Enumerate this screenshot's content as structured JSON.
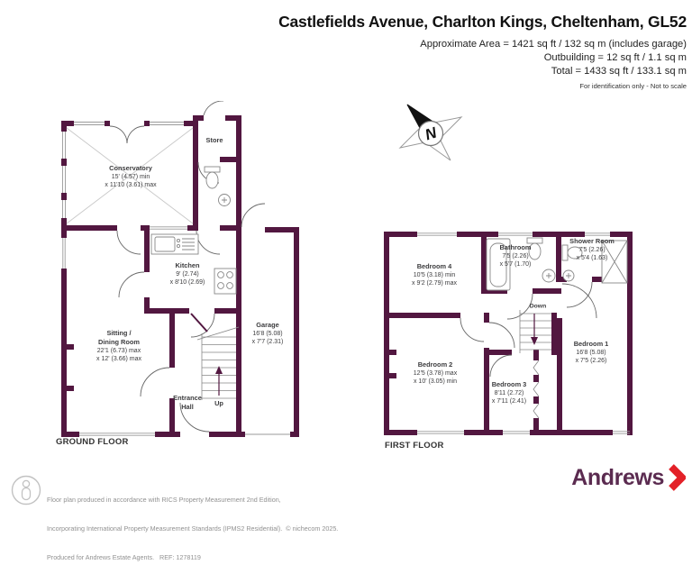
{
  "header": {
    "title": "Castlefields Avenue, Charlton Kings, Cheltenham, GL52",
    "area_line1": "Approximate Area = 1421 sq ft / 132 sq m (includes garage)",
    "area_line2": "Outbuilding = 12 sq ft / 1.1 sq m",
    "area_line3": "Total = 1433 sq ft / 133.1 sq m",
    "note": "For identification only - Not to scale"
  },
  "compass": {
    "label": "N"
  },
  "ground_floor": {
    "label": "GROUND FLOOR",
    "rooms": {
      "conservatory": {
        "name": "Conservatory",
        "dim1": "15' (4.57) min",
        "dim2": "x 11'10 (3.61) max"
      },
      "store": {
        "name": "Store"
      },
      "kitchen": {
        "name": "Kitchen",
        "dim1": "9' (2.74)",
        "dim2": "x 8'10 (2.69)"
      },
      "sitting_dining": {
        "name1": "Sitting /",
        "name2": "Dining Room",
        "dim1": "22'1 (6.73) max",
        "dim2": "x 12' (3.66) max"
      },
      "garage": {
        "name": "Garage",
        "dim1": "16'8 (5.08)",
        "dim2": "x 7'7 (2.31)"
      },
      "entrance_hall": {
        "name1": "Entrance",
        "name2": "Hall"
      },
      "stairs": {
        "label": "Up"
      }
    }
  },
  "first_floor": {
    "label": "FIRST FLOOR",
    "rooms": {
      "bedroom4": {
        "name": "Bedroom 4",
        "dim1": "10'5 (3.18) min",
        "dim2": "x 9'2 (2.79) max"
      },
      "bathroom": {
        "name": "Bathroom",
        "dim1": "7'5 (2.26)",
        "dim2": "x 5'7 (1.70)"
      },
      "shower_room": {
        "name": "Shower Room",
        "dim1": "7'5 (2.26)",
        "dim2": "x 5'4 (1.63)"
      },
      "bedroom1": {
        "name": "Bedroom 1",
        "dim1": "16'8 (5.08)",
        "dim2": "x 7'5 (2.26)"
      },
      "bedroom2": {
        "name": "Bedroom 2",
        "dim1": "12'5 (3.78) max",
        "dim2": "x 10' (3.05) min"
      },
      "bedroom3": {
        "name": "Bedroom 3",
        "dim1": "8'11 (2.72)",
        "dim2": "x 7'11 (2.41)"
      },
      "stairs": {
        "label": "Down"
      }
    }
  },
  "footer": {
    "disclaimer_line1": "Floor plan produced in accordance with RICS Property Measurement 2nd Edition,",
    "disclaimer_line2": "Incorporating International Property Measurement Standards (IPMS2 Residential).  © nichecom 2025.",
    "disclaimer_line3": "Produced for Andrews Estate Agents.   REF: 1278119",
    "brand": "Andrews"
  },
  "colors": {
    "wall": "#521740",
    "brand_purple": "#5b2b50",
    "brand_red": "#e32128"
  }
}
